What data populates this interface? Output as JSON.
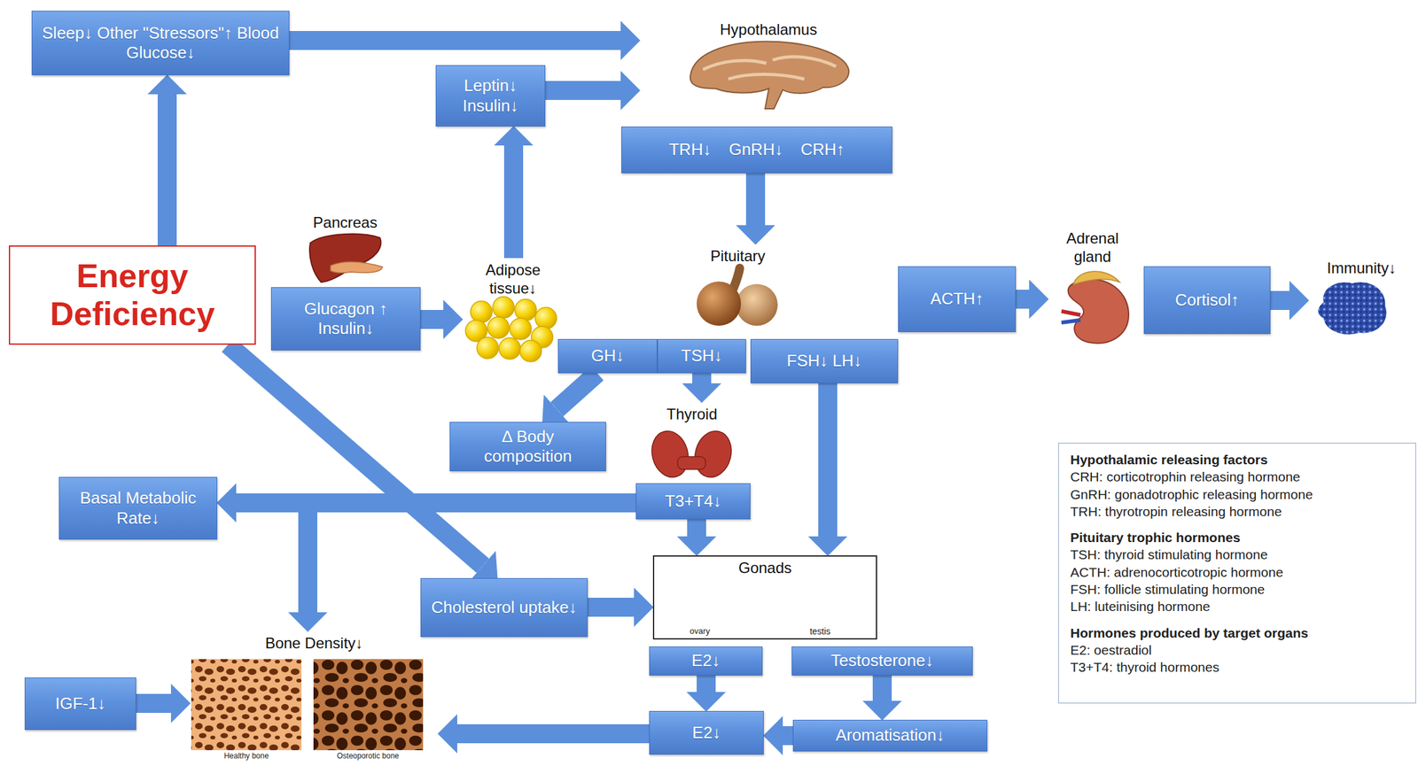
{
  "diagram": {
    "nodes": [
      {
        "text": [
          "Sleep↓ Other \"Stressors\"↑ Blood Glucose↓"
        ]
      },
      {
        "text": [
          "Hypothalamus"
        ]
      },
      {
        "text": [
          "Leptin↓ Insulin↓"
        ]
      },
      {
        "text": [
          "TRH↓ GnRH↓ CRH↑"
        ]
      },
      {
        "text": [
          "Energy Deficiency"
        ]
      },
      {
        "text": [
          "Pancreas"
        ]
      },
      {
        "text": [
          "Glucagon ↑ Insulin↓"
        ]
      },
      {
        "text": [
          "Adipose tissue↓"
        ]
      },
      {
        "text": [
          "Pituitary"
        ]
      },
      {
        "text": [
          "GH↓"
        ]
      },
      {
        "text": [
          "TSH↓"
        ]
      },
      {
        "text": [
          "FSH↓ LH↓"
        ]
      },
      {
        "text": [
          "ACTH↑"
        ]
      },
      {
        "text": [
          "Adrenal gland"
        ]
      },
      {
        "text": [
          "Cortisol↑"
        ]
      },
      {
        "text": [
          "Immunity↓"
        ]
      },
      {
        "text": [
          "Δ Body composition"
        ]
      },
      {
        "text": [
          "Thyroid"
        ]
      },
      {
        "text": [
          "T3+T4↓"
        ]
      },
      {
        "text": [
          "Basal Metabolic Rate↓"
        ]
      },
      {
        "text": [
          "Cholesterol uptake↓"
        ]
      },
      {
        "text": [
          "Gonads"
        ]
      },
      {
        "text": [
          "Bone Density↓"
        ]
      },
      {
        "text": [
          "IGF-1↓"
        ]
      },
      {
        "text": [
          "E2↓"
        ]
      },
      {
        "text": [
          "Testosterone↓"
        ]
      },
      {
        "text": [
          "E2↓"
        ]
      },
      {
        "text": [
          "Aromatisation↓"
        ]
      },
      {
        "text": [
          "Hypothalamic releasing factors",
          "CRH: corticotrophin releasing hormone",
          "GnRH: gonadotrophic releasing hormone",
          "TRH: thyrotropin releasing hormone",
          "Pituitary trophic hormones",
          "TSH: thyroid stimulating hormone",
          "ACTH: adrenocorticotropic hormone",
          "FSH: follicle stimulating hormone",
          "LH: luteinising hormone",
          "Hormones produced by target organs",
          "E2: oestradiol",
          "T3+T4: thyroid hormones"
        ]
      }
    ],
    "edges": [
      {
        "from": 4,
        "to": 0,
        "arrow": "to"
      },
      {
        "from": 0,
        "to": 1,
        "arrow": "to"
      },
      {
        "from": 2,
        "to": 1,
        "arrow": "to"
      },
      {
        "from": 7,
        "to": 2,
        "arrow": "to"
      },
      {
        "from": 3,
        "to": 8,
        "arrow": "to"
      },
      {
        "from": 6,
        "to": 7,
        "arrow": "to"
      },
      {
        "from": 4,
        "to": 20,
        "arrow": "to"
      },
      {
        "from": 12,
        "to": 13,
        "arrow": "to"
      },
      {
        "from": 14,
        "to": 15,
        "arrow": "to"
      },
      {
        "from": 9,
        "to": 16,
        "arrow": "to"
      },
      {
        "from": 10,
        "to": 17,
        "arrow": "to"
      },
      {
        "from": 11,
        "to": 21,
        "arrow": "to"
      },
      {
        "from": 18,
        "to": 19,
        "arrow": "to"
      },
      {
        "from": 18,
        "to": 22,
        "arrow": "to"
      },
      {
        "from": 18,
        "to": 21,
        "arrow": "to"
      },
      {
        "from": 20,
        "to": 21,
        "arrow": "to"
      },
      {
        "from": 24,
        "to": 26,
        "arrow": "to"
      },
      {
        "from": 25,
        "to": 27,
        "arrow": "to"
      },
      {
        "from": 27,
        "to": 26,
        "arrow": "to"
      },
      {
        "from": 26,
        "to": 22,
        "arrow": "to"
      },
      {
        "from": 23,
        "to": 22,
        "arrow": "to"
      }
    ],
    "labels": [
      "ovary",
      "testis",
      "Healthy bone",
      "Osteoporotic bone"
    ]
  }
}
